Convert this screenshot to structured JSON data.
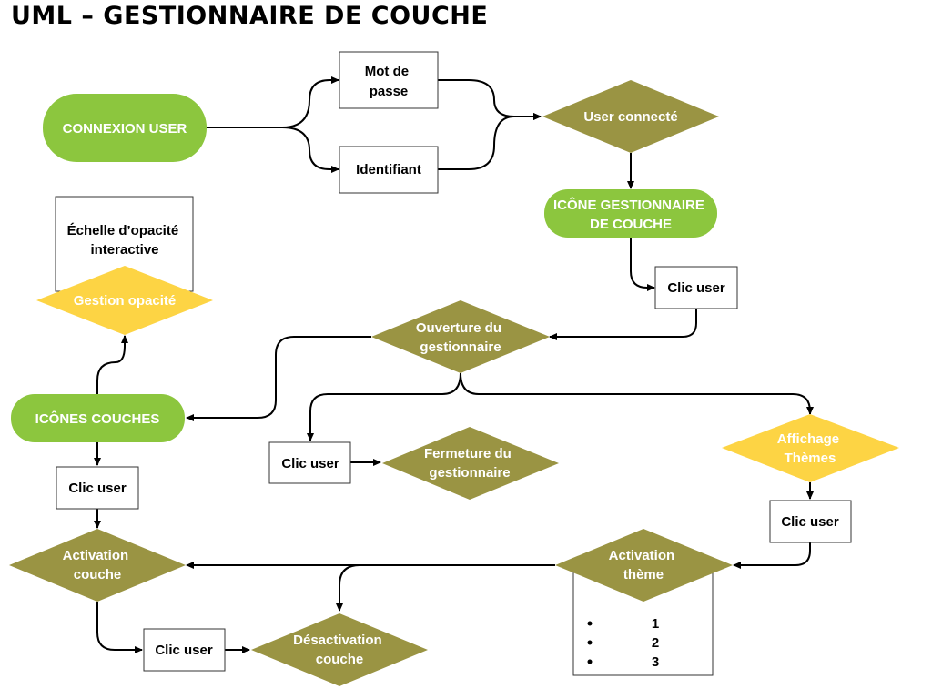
{
  "title": "UML – GESTIONNAIRE DE COUCHE",
  "colors": {
    "green": "#8cc63e",
    "olive": "#9a9443",
    "yellow": "#fdd444",
    "box_border": "#333333",
    "line": "#000000"
  },
  "nodes": {
    "connexion_user": "CONNEXION USER",
    "mot_de_passe": [
      "Mot de",
      "passe"
    ],
    "identifiant": "Identifiant",
    "user_connecte": "User connecté",
    "icone_gestionnaire": [
      "ICÔNE GESTIONNAIRE",
      "DE COUCHE"
    ],
    "clic_user_1": "Clic user",
    "ouverture": [
      "Ouverture du",
      "gestionnaire"
    ],
    "echelle_opacite": [
      "Échelle d’opacité",
      "interactive"
    ],
    "gestion_opacite": "Gestion opacité",
    "icones_couches": "ICÔNES COUCHES",
    "clic_user_2": "Clic user",
    "fermeture": [
      "Fermeture du",
      "gestionnaire"
    ],
    "clic_user_3": "Clic user",
    "affichage_themes": [
      "Affichage",
      "Thèmes"
    ],
    "clic_user_4": "Clic user",
    "activation_couche": [
      "Activation",
      "couche"
    ],
    "activation_theme": [
      "Activation",
      "thème"
    ],
    "theme_list": [
      "1",
      "2",
      "3"
    ],
    "clic_user_5": "Clic user",
    "desactivation_couche": [
      "Désactivation",
      "couche"
    ]
  }
}
